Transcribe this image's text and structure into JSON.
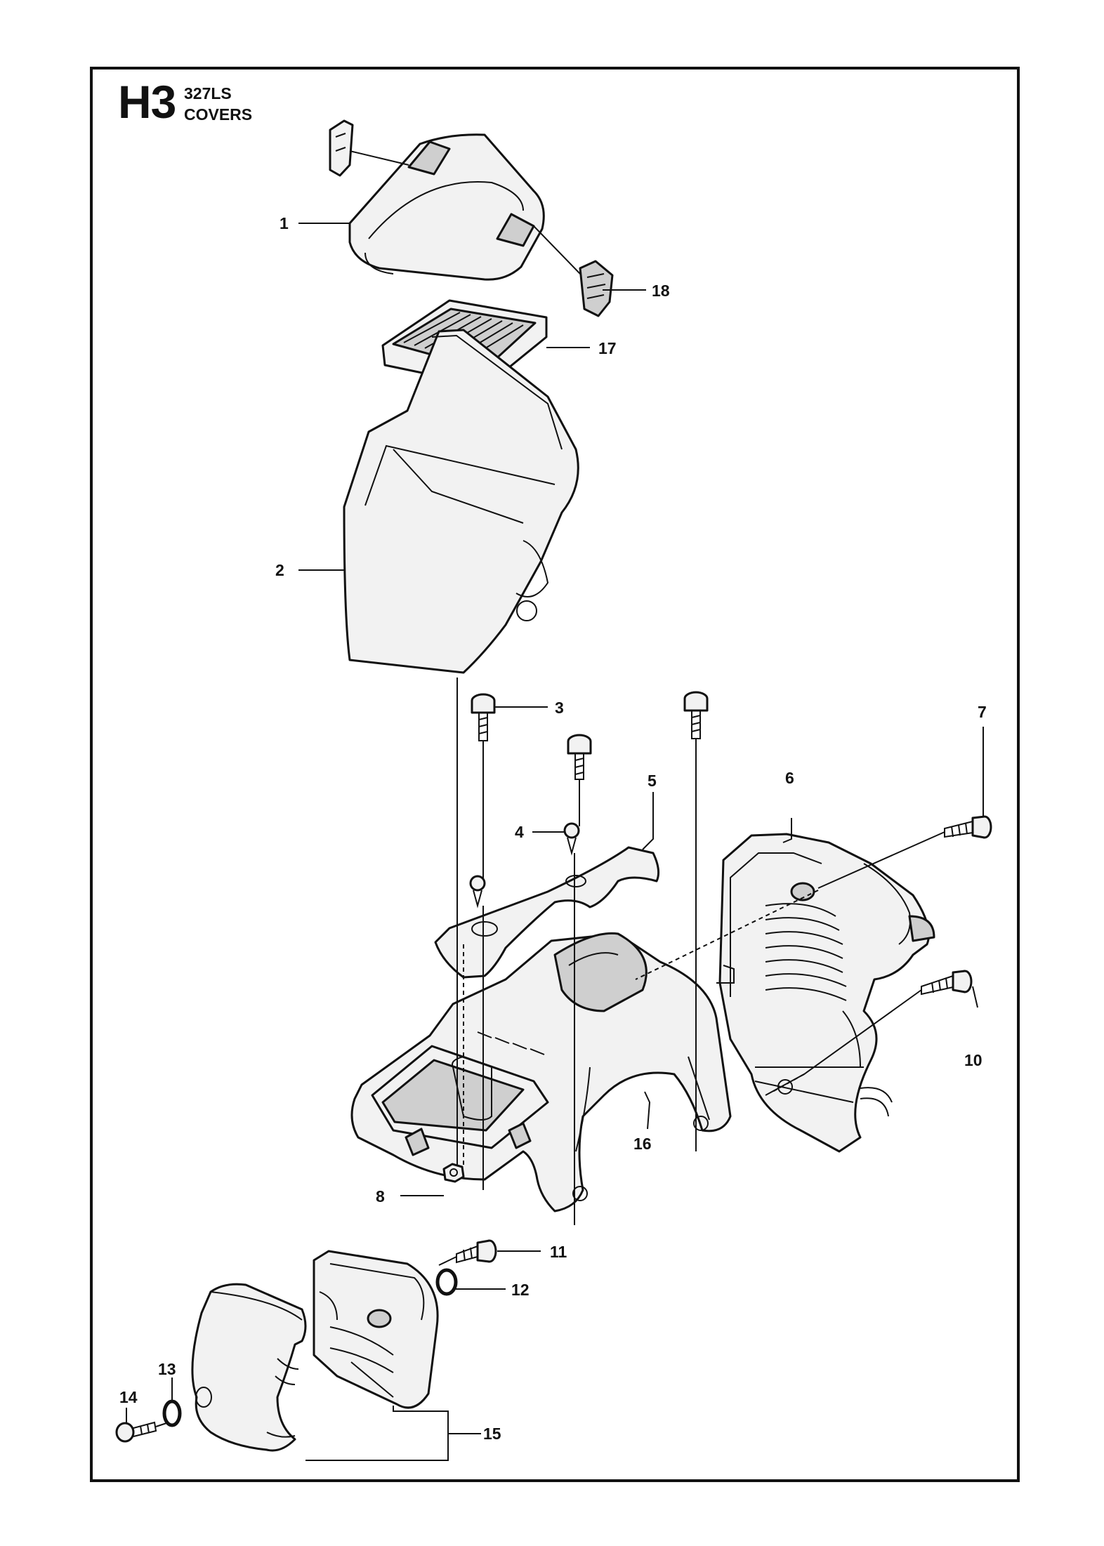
{
  "header": {
    "section_code": "H3",
    "model": "327LS",
    "title": "COVERS"
  },
  "callouts": [
    "1",
    "2",
    "3",
    "4",
    "5",
    "6",
    "7",
    "8",
    "10",
    "11",
    "12",
    "13",
    "14",
    "15",
    "16",
    "17",
    "18"
  ]
}
